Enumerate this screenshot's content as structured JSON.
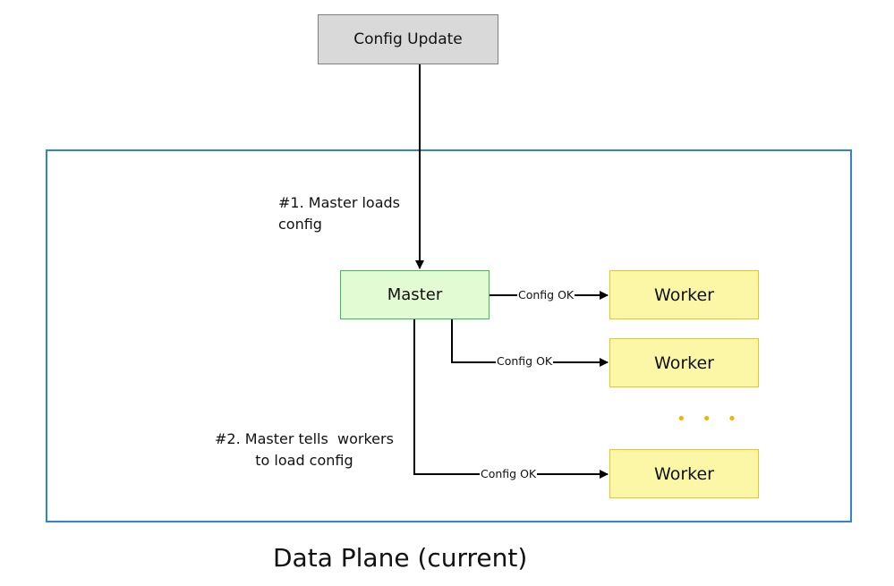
{
  "top_node": {
    "label": "Config Update"
  },
  "container": {
    "caption": "Data Plane (current)"
  },
  "master": {
    "label": "Master"
  },
  "workers": [
    {
      "label": "Worker"
    },
    {
      "label": "Worker"
    },
    {
      "label": "Worker"
    }
  ],
  "ellipsis": "• • •",
  "annotations": {
    "step1": "#1. Master loads\nconfig",
    "step2": "#2. Master tells  workers\nto load config"
  },
  "edges": [
    {
      "from": "Config Update",
      "to": "Master",
      "label": ""
    },
    {
      "from": "Master",
      "to": "Worker 1",
      "label": "Config OK"
    },
    {
      "from": "Master",
      "to": "Worker 2",
      "label": "Config OK"
    },
    {
      "from": "Master",
      "to": "Worker 3",
      "label": "Config OK"
    }
  ],
  "colors": {
    "container_border": "#2e86c9",
    "master_fill": "#e2fbd3",
    "master_border": "#3cc254",
    "worker_fill": "#fcf6a7",
    "worker_border": "#f2c31a",
    "config_fill": "#d9d9d9"
  }
}
